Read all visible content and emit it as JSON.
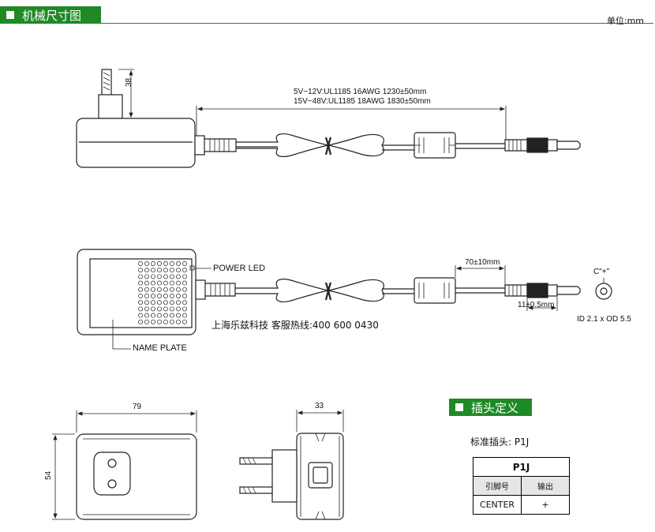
{
  "section_dimensions": {
    "title": "机械尺寸图"
  },
  "section_pins": {
    "title": "插头定义"
  },
  "unit_label": "单位:mm",
  "top_view": {
    "dim_height": "38",
    "cable_spec_line1": "5V~12V:UL1185 16AWG 1230±50mm",
    "cable_spec_line2": "15V~48V:UL1185 18AWG 1830±50mm"
  },
  "front_view": {
    "power_led_label": "POWER LED",
    "name_plate_label": "NAME PLATE",
    "plug_length_label": "70±10mm",
    "tip_length_label": "11±0.5mm",
    "polarity_label": "C\"+\"",
    "plug_size_label": "ID 2.1 x OD 5.5",
    "contact_line": "上海乐兹科技 客服热线:400 600 0430"
  },
  "bottom_view": {
    "width_label": "79",
    "height_label": "54"
  },
  "side_view": {
    "width_label": "33"
  },
  "pin_table": {
    "standard_label": "标准插头: P1J",
    "title": "P1J",
    "col_pin": "引脚号",
    "col_output": "输出",
    "row_pin": "CENTER",
    "row_output": "+"
  }
}
